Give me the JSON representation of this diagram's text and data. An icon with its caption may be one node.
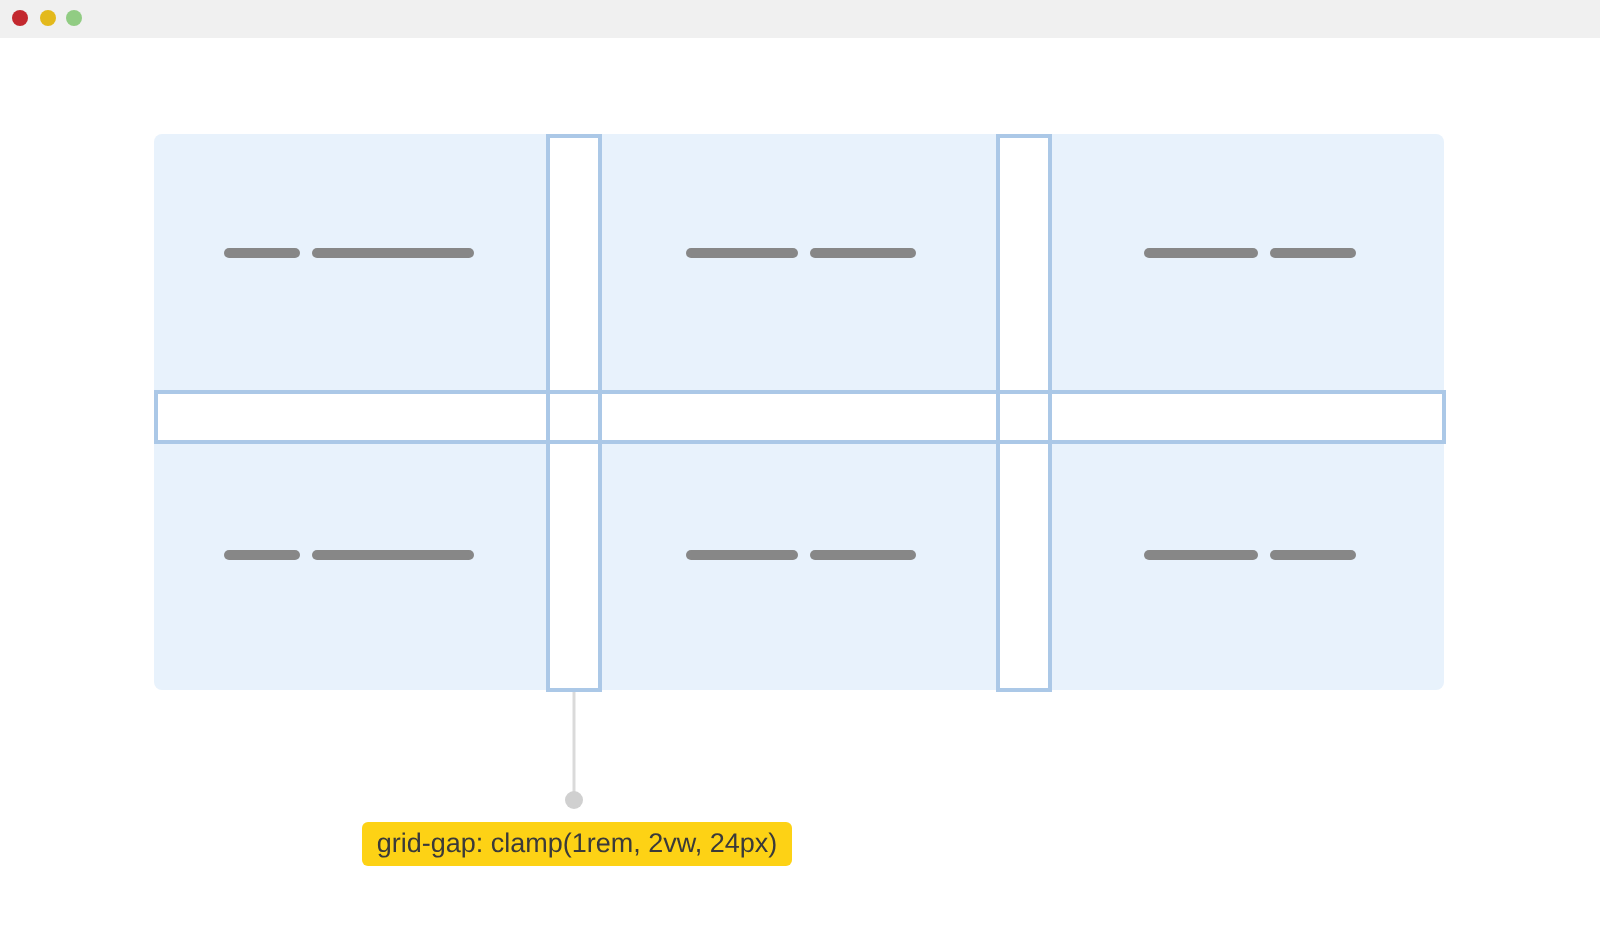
{
  "diagram": {
    "nodes": [
      {
        "text": [],
        "shape": "bar"
      },
      {
        "text": [],
        "shape": "bar"
      },
      {
        "text": [],
        "shape": "bar"
      },
      {
        "text": [
          "grid-gap: clamp(1rem, 2vw, 24px)"
        ]
      }
    ],
    "edges": [
      {
        "from": 3,
        "to": 0,
        "arrow": "other"
      }
    ]
  }
}
